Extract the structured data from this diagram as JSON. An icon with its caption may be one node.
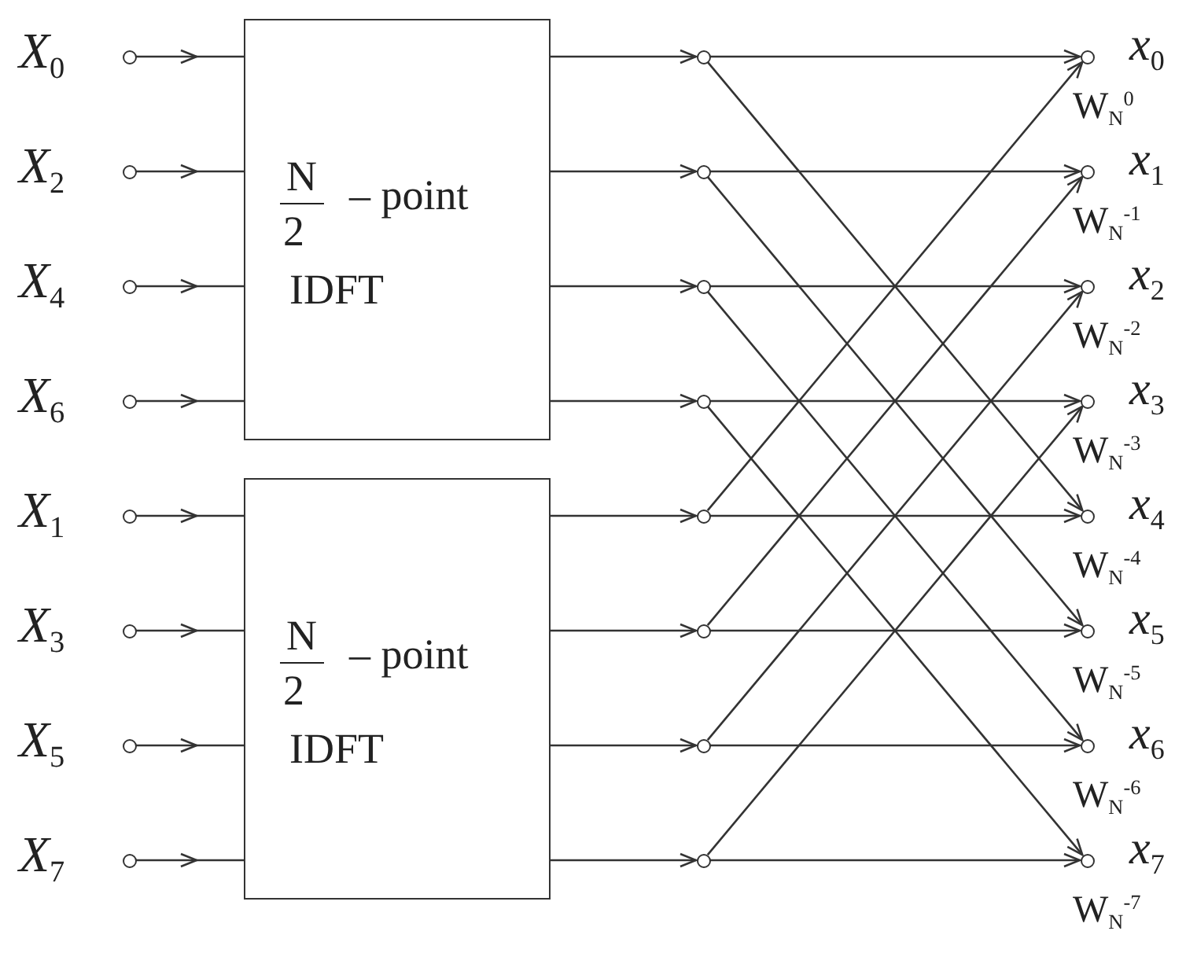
{
  "diagram": {
    "nodes": [
      {
        "text": [],
        "shape": "circle",
        "beside": [
          "X$_{0}$"
        ]
      },
      {
        "text": [],
        "shape": "circle",
        "beside": [
          "X$_{2}$"
        ]
      },
      {
        "text": [],
        "shape": "circle",
        "beside": [
          "X$_{4}$"
        ]
      },
      {
        "text": [],
        "shape": "circle",
        "beside": [
          "X$_{6}$"
        ]
      },
      {
        "text": [],
        "shape": "circle",
        "beside": [
          "X$_{1}$"
        ]
      },
      {
        "text": [],
        "shape": "circle",
        "beside": [
          "X$_{3}$"
        ]
      },
      {
        "text": [],
        "shape": "circle",
        "beside": [
          "X$_{5}$"
        ]
      },
      {
        "text": [],
        "shape": "circle",
        "beside": [
          "X$_{7}$"
        ]
      },
      {
        "text": [
          "N",
          "2",
          "– point",
          "IDFT"
        ]
      },
      {
        "text": [
          "N",
          "2",
          "– point",
          "IDFT"
        ]
      },
      {
        "text": [],
        "shape": "circle"
      },
      {
        "text": [],
        "shape": "circle"
      },
      {
        "text": [],
        "shape": "circle"
      },
      {
        "text": [],
        "shape": "circle"
      },
      {
        "text": [],
        "shape": "circle"
      },
      {
        "text": [],
        "shape": "circle"
      },
      {
        "text": [],
        "shape": "circle"
      },
      {
        "text": [],
        "shape": "circle"
      },
      {
        "text": [],
        "shape": "circle",
        "beside": [
          "x$_{0}$"
        ]
      },
      {
        "text": [],
        "shape": "circle",
        "beside": [
          "x$_{1}$"
        ]
      },
      {
        "text": [],
        "shape": "circle",
        "beside": [
          "x$_{2}$"
        ]
      },
      {
        "text": [],
        "shape": "circle",
        "beside": [
          "x$_{3}$"
        ]
      },
      {
        "text": [],
        "shape": "circle",
        "beside": [
          "x$_{4}$"
        ]
      },
      {
        "text": [],
        "shape": "circle",
        "beside": [
          "x$_{5}$"
        ]
      },
      {
        "text": [],
        "shape": "circle",
        "beside": [
          "x$_{6}$"
        ]
      },
      {
        "text": [],
        "shape": "circle",
        "beside": [
          "x$_{7}$"
        ]
      }
    ],
    "edges": [
      {
        "from": 0,
        "to": 8,
        "arrow": "to"
      },
      {
        "from": 1,
        "to": 8,
        "arrow": "to"
      },
      {
        "from": 2,
        "to": 8,
        "arrow": "to"
      },
      {
        "from": 3,
        "to": 8,
        "arrow": "to"
      },
      {
        "from": 4,
        "to": 9,
        "arrow": "to"
      },
      {
        "from": 5,
        "to": 9,
        "arrow": "to"
      },
      {
        "from": 6,
        "to": 9,
        "arrow": "to"
      },
      {
        "from": 7,
        "to": 9,
        "arrow": "to"
      },
      {
        "from": 8,
        "to": 10,
        "arrow": "to"
      },
      {
        "from": 8,
        "to": 11,
        "arrow": "to"
      },
      {
        "from": 8,
        "to": 12,
        "arrow": "to"
      },
      {
        "from": 8,
        "to": 13,
        "arrow": "to"
      },
      {
        "from": 9,
        "to": 14,
        "arrow": "to"
      },
      {
        "from": 9,
        "to": 15,
        "arrow": "to"
      },
      {
        "from": 9,
        "to": 16,
        "arrow": "to"
      },
      {
        "from": 9,
        "to": 17,
        "arrow": "to"
      },
      {
        "from": 10,
        "to": 18,
        "arrow": "to"
      },
      {
        "from": 10,
        "to": 22,
        "arrow": "to"
      },
      {
        "from": 11,
        "to": 19,
        "arrow": "to"
      },
      {
        "from": 11,
        "to": 23,
        "arrow": "to"
      },
      {
        "from": 12,
        "to": 20,
        "arrow": "to"
      },
      {
        "from": 12,
        "to": 24,
        "arrow": "to"
      },
      {
        "from": 13,
        "to": 21,
        "arrow": "to"
      },
      {
        "from": 13,
        "to": 25,
        "arrow": "to"
      },
      {
        "from": 14,
        "to": 22,
        "arrow": "to"
      },
      {
        "from": 14,
        "to": 18,
        "arrow": "to"
      },
      {
        "from": 15,
        "to": 23,
        "arrow": "to"
      },
      {
        "from": 15,
        "to": 19,
        "arrow": "to"
      },
      {
        "from": 16,
        "to": 24,
        "arrow": "to"
      },
      {
        "from": 16,
        "to": 20,
        "arrow": "to"
      },
      {
        "from": 17,
        "to": 25,
        "arrow": "to"
      },
      {
        "from": 17,
        "to": 21,
        "arrow": "to"
      }
    ],
    "labels": [
      "W$_{N}$$^{0}$",
      "W$_{N}$$^{-1}$",
      "W$_{N}$$^{-2}$",
      "W$_{N}$$^{-3}$",
      "W$_{N}$$^{-4}$",
      "W$_{N}$$^{-5}$",
      "W$_{N}$$^{-6}$",
      "W$_{N}$$^{-7}$"
    ]
  }
}
